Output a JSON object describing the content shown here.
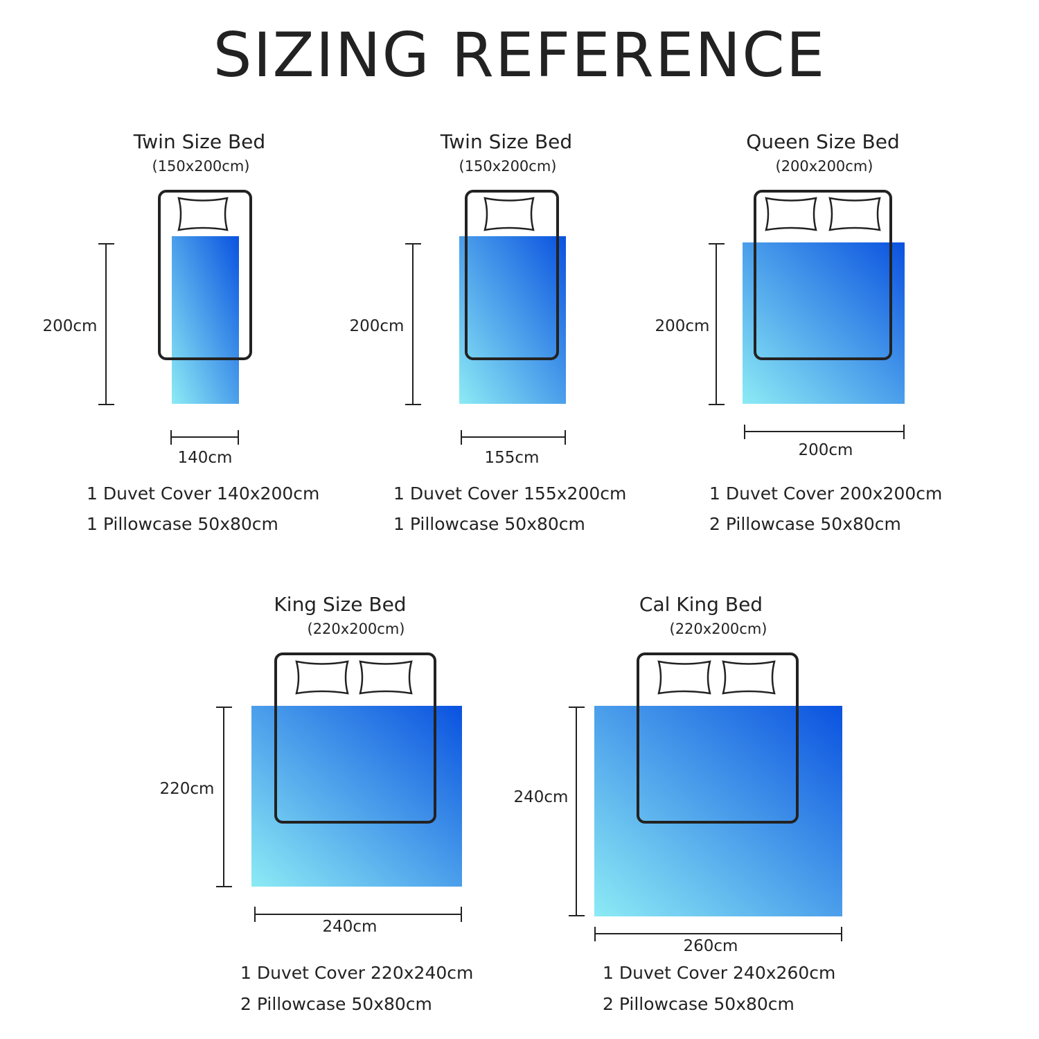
{
  "page": {
    "title": "SIZING REFERENCE"
  },
  "colors": {
    "duvet_top": "#0a52e0",
    "duvet_bottom": "#8cebf5",
    "bed_outline": "#222222",
    "pillow_fill": "#ffffff"
  },
  "beds": [
    {
      "name": "Twin Size Bed",
      "size": "(150x200cm)",
      "height_label": "200cm",
      "width_label": "140cm",
      "duvet_line": "1 Duvet Cover 140x200cm",
      "pillow_line": "1 Pillowcase 50x80cm",
      "pillow_icon": "pillow-icon"
    },
    {
      "name": "Twin Size Bed",
      "size": "(150x200cm)",
      "height_label": "200cm",
      "width_label": "155cm",
      "duvet_line": "1 Duvet Cover 155x200cm",
      "pillow_line": "1 Pillowcase 50x80cm",
      "pillow_icon": "pillow-icon"
    },
    {
      "name": "Queen Size Bed",
      "size": "(200x200cm)",
      "height_label": "200cm",
      "width_label": "200cm",
      "duvet_line": "1 Duvet Cover 200x200cm",
      "pillow_line": "2 Pillowcase 50x80cm",
      "pillow_icon": "pillow-icon"
    },
    {
      "name": "King Size Bed",
      "size": "(220x200cm)",
      "height_label": "220cm",
      "width_label": "240cm",
      "duvet_line": "1 Duvet Cover 220x240cm",
      "pillow_line": "2 Pillowcase 50x80cm",
      "pillow_icon": "pillow-icon"
    },
    {
      "name": "Cal King Bed",
      "size": "(220x200cm)",
      "height_label": "240cm",
      "width_label": "260cm",
      "duvet_line": "1 Duvet Cover 240x260cm",
      "pillow_line": "2 Pillowcase 50x80cm",
      "pillow_icon": "pillow-icon"
    }
  ]
}
